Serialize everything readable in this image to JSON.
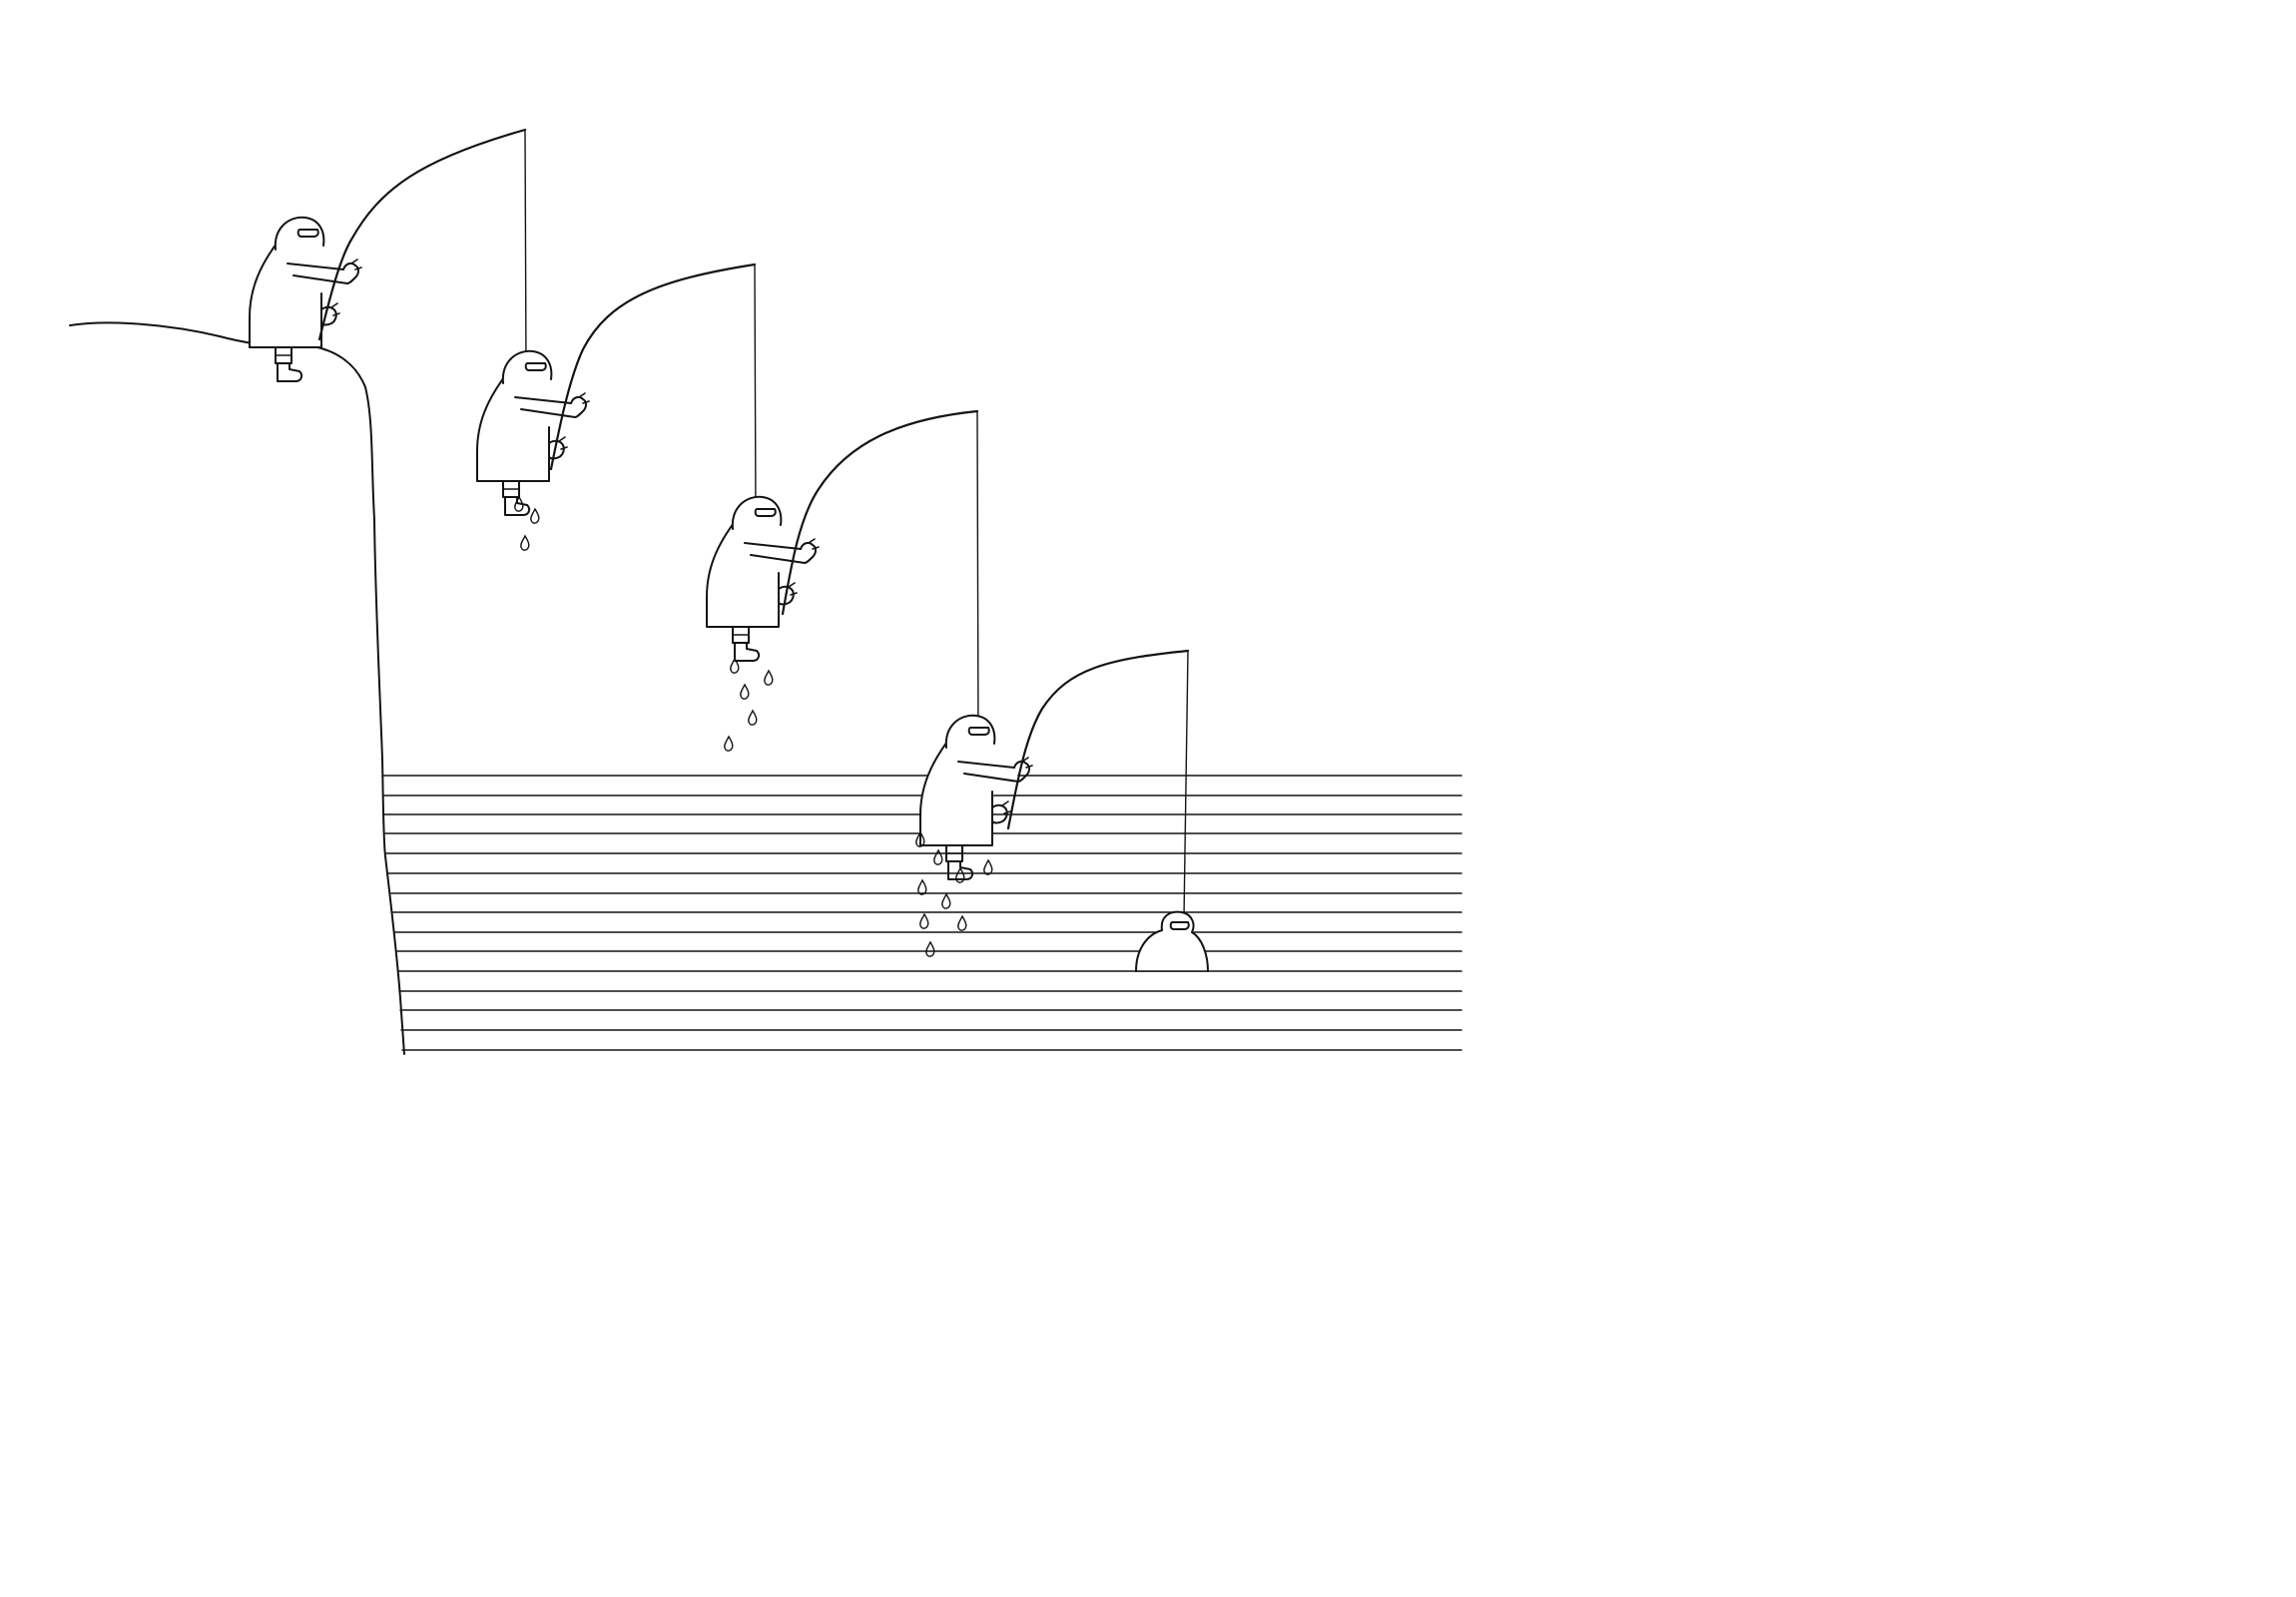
{
  "scene": {
    "ink_color": "#141414",
    "paper_color": "#ffffff",
    "fishermen": [
      {
        "position": "standing-on-cliff",
        "dripping": false
      },
      {
        "position": "hanging-from-rod-1",
        "dripping": true
      },
      {
        "position": "hanging-from-rod-2",
        "dripping": true
      },
      {
        "position": "hanging-from-rod-3",
        "dripping": true
      },
      {
        "position": "in-water",
        "dripping": false
      }
    ]
  }
}
